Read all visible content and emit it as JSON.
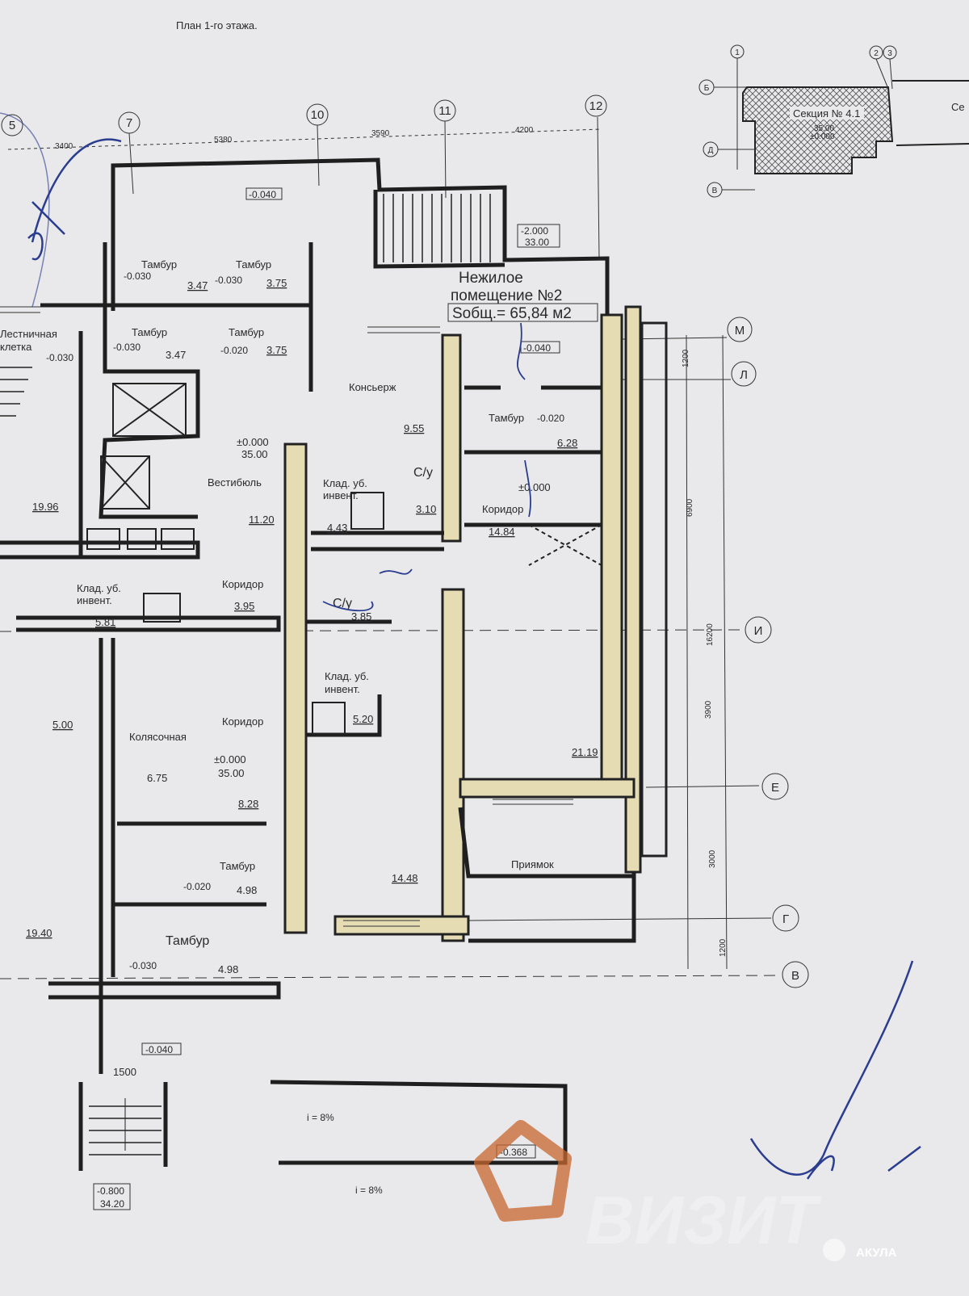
{
  "title": "План 1-го этажа.",
  "axes_top": [
    "5",
    "7",
    "10",
    "11",
    "12"
  ],
  "axes_right": [
    "М",
    "Л",
    "И",
    "Е",
    "Г",
    "В"
  ],
  "dims_top": [
    "3400",
    "5380",
    "3590",
    "4200"
  ],
  "dims_right": [
    "1200",
    "6900",
    "16200",
    "3900",
    "3000",
    "1200"
  ],
  "dim_stair": "1500",
  "commercial": {
    "line1": "Нежилое",
    "line2": "помещение №2",
    "area": "Sобщ.= 65,84 м2"
  },
  "rooms": [
    {
      "name": "Тамбур",
      "level": "-0.030",
      "area": "3.47"
    },
    {
      "name": "Тамбур",
      "level": "-0.030",
      "area": "3.75"
    },
    {
      "name": "Тамбур",
      "level": "-0.030",
      "area": "3.47"
    },
    {
      "name": "Тамбур",
      "level": "-0.020",
      "area": "3.75"
    },
    {
      "name1": "Лестничная",
      "name2": "клетка",
      "level": "-0.030",
      "area": "19.96"
    },
    {
      "name": "Консьерж",
      "area": "9.55"
    },
    {
      "name": "Тамбур",
      "level": "-0.020",
      "area": "6.28"
    },
    {
      "name": "Вестибюль",
      "level": "±0.000",
      "elev": "35.00",
      "area": "11.20"
    },
    {
      "name1": "Клад. уб.",
      "name2": "инвент.",
      "area": "4.43"
    },
    {
      "name": "С/у",
      "area": "3.10"
    },
    {
      "name": "Коридор",
      "level": "±0.000",
      "area": "14.84"
    },
    {
      "name1": "Клад. уб.",
      "name2": "инвент.",
      "area": "5.81"
    },
    {
      "name": "Коридор",
      "area": "3.95"
    },
    {
      "name": "С/у",
      "area": "3.85"
    },
    {
      "name1": "Клад. уб.",
      "name2": "инвент.",
      "area": "5.20"
    },
    {
      "area": "5.00"
    },
    {
      "name": "Колясочная",
      "area": "6.75"
    },
    {
      "name": "Коридор",
      "level": "±0.000",
      "elev": "35.00",
      "area": "8.28"
    },
    {
      "area": "21.19"
    },
    {
      "name": "Приямок"
    },
    {
      "name": "Тамбур",
      "level": "-0.020",
      "area": "4.98"
    },
    {
      "area": "14.48"
    },
    {
      "area": "19.40"
    },
    {
      "name": "Тамбур",
      "level": "-0.030",
      "area": "4.98"
    }
  ],
  "levels": {
    "top_porch": "-0.040",
    "pit_level": "-2.000",
    "pit_elev": "33.00",
    "entrance_commercial": "-0.040",
    "entrance_bottom": "-0.040",
    "ramp": "-0.368",
    "stair_bottom": "-0.800",
    "stair_bottom_elev": "34.20"
  },
  "slopes": [
    "i = 8%",
    "i = 8%"
  ],
  "inset": {
    "section": "Секция № 4.1",
    "section_next": "Се",
    "elev": "35.00",
    "level": "±0.000",
    "axes": [
      "1",
      "2",
      "3",
      "Б",
      "Д",
      "В"
    ]
  },
  "watermark": {
    "brand": "ВИЗИТ",
    "partner": "АКУЛА"
  },
  "colors": {
    "paper": "#e9e8ea",
    "ink": "#2a2a2c",
    "pen": "#2b3d8f",
    "highlight": "#e6dcb4",
    "logo": "#c8672e"
  }
}
